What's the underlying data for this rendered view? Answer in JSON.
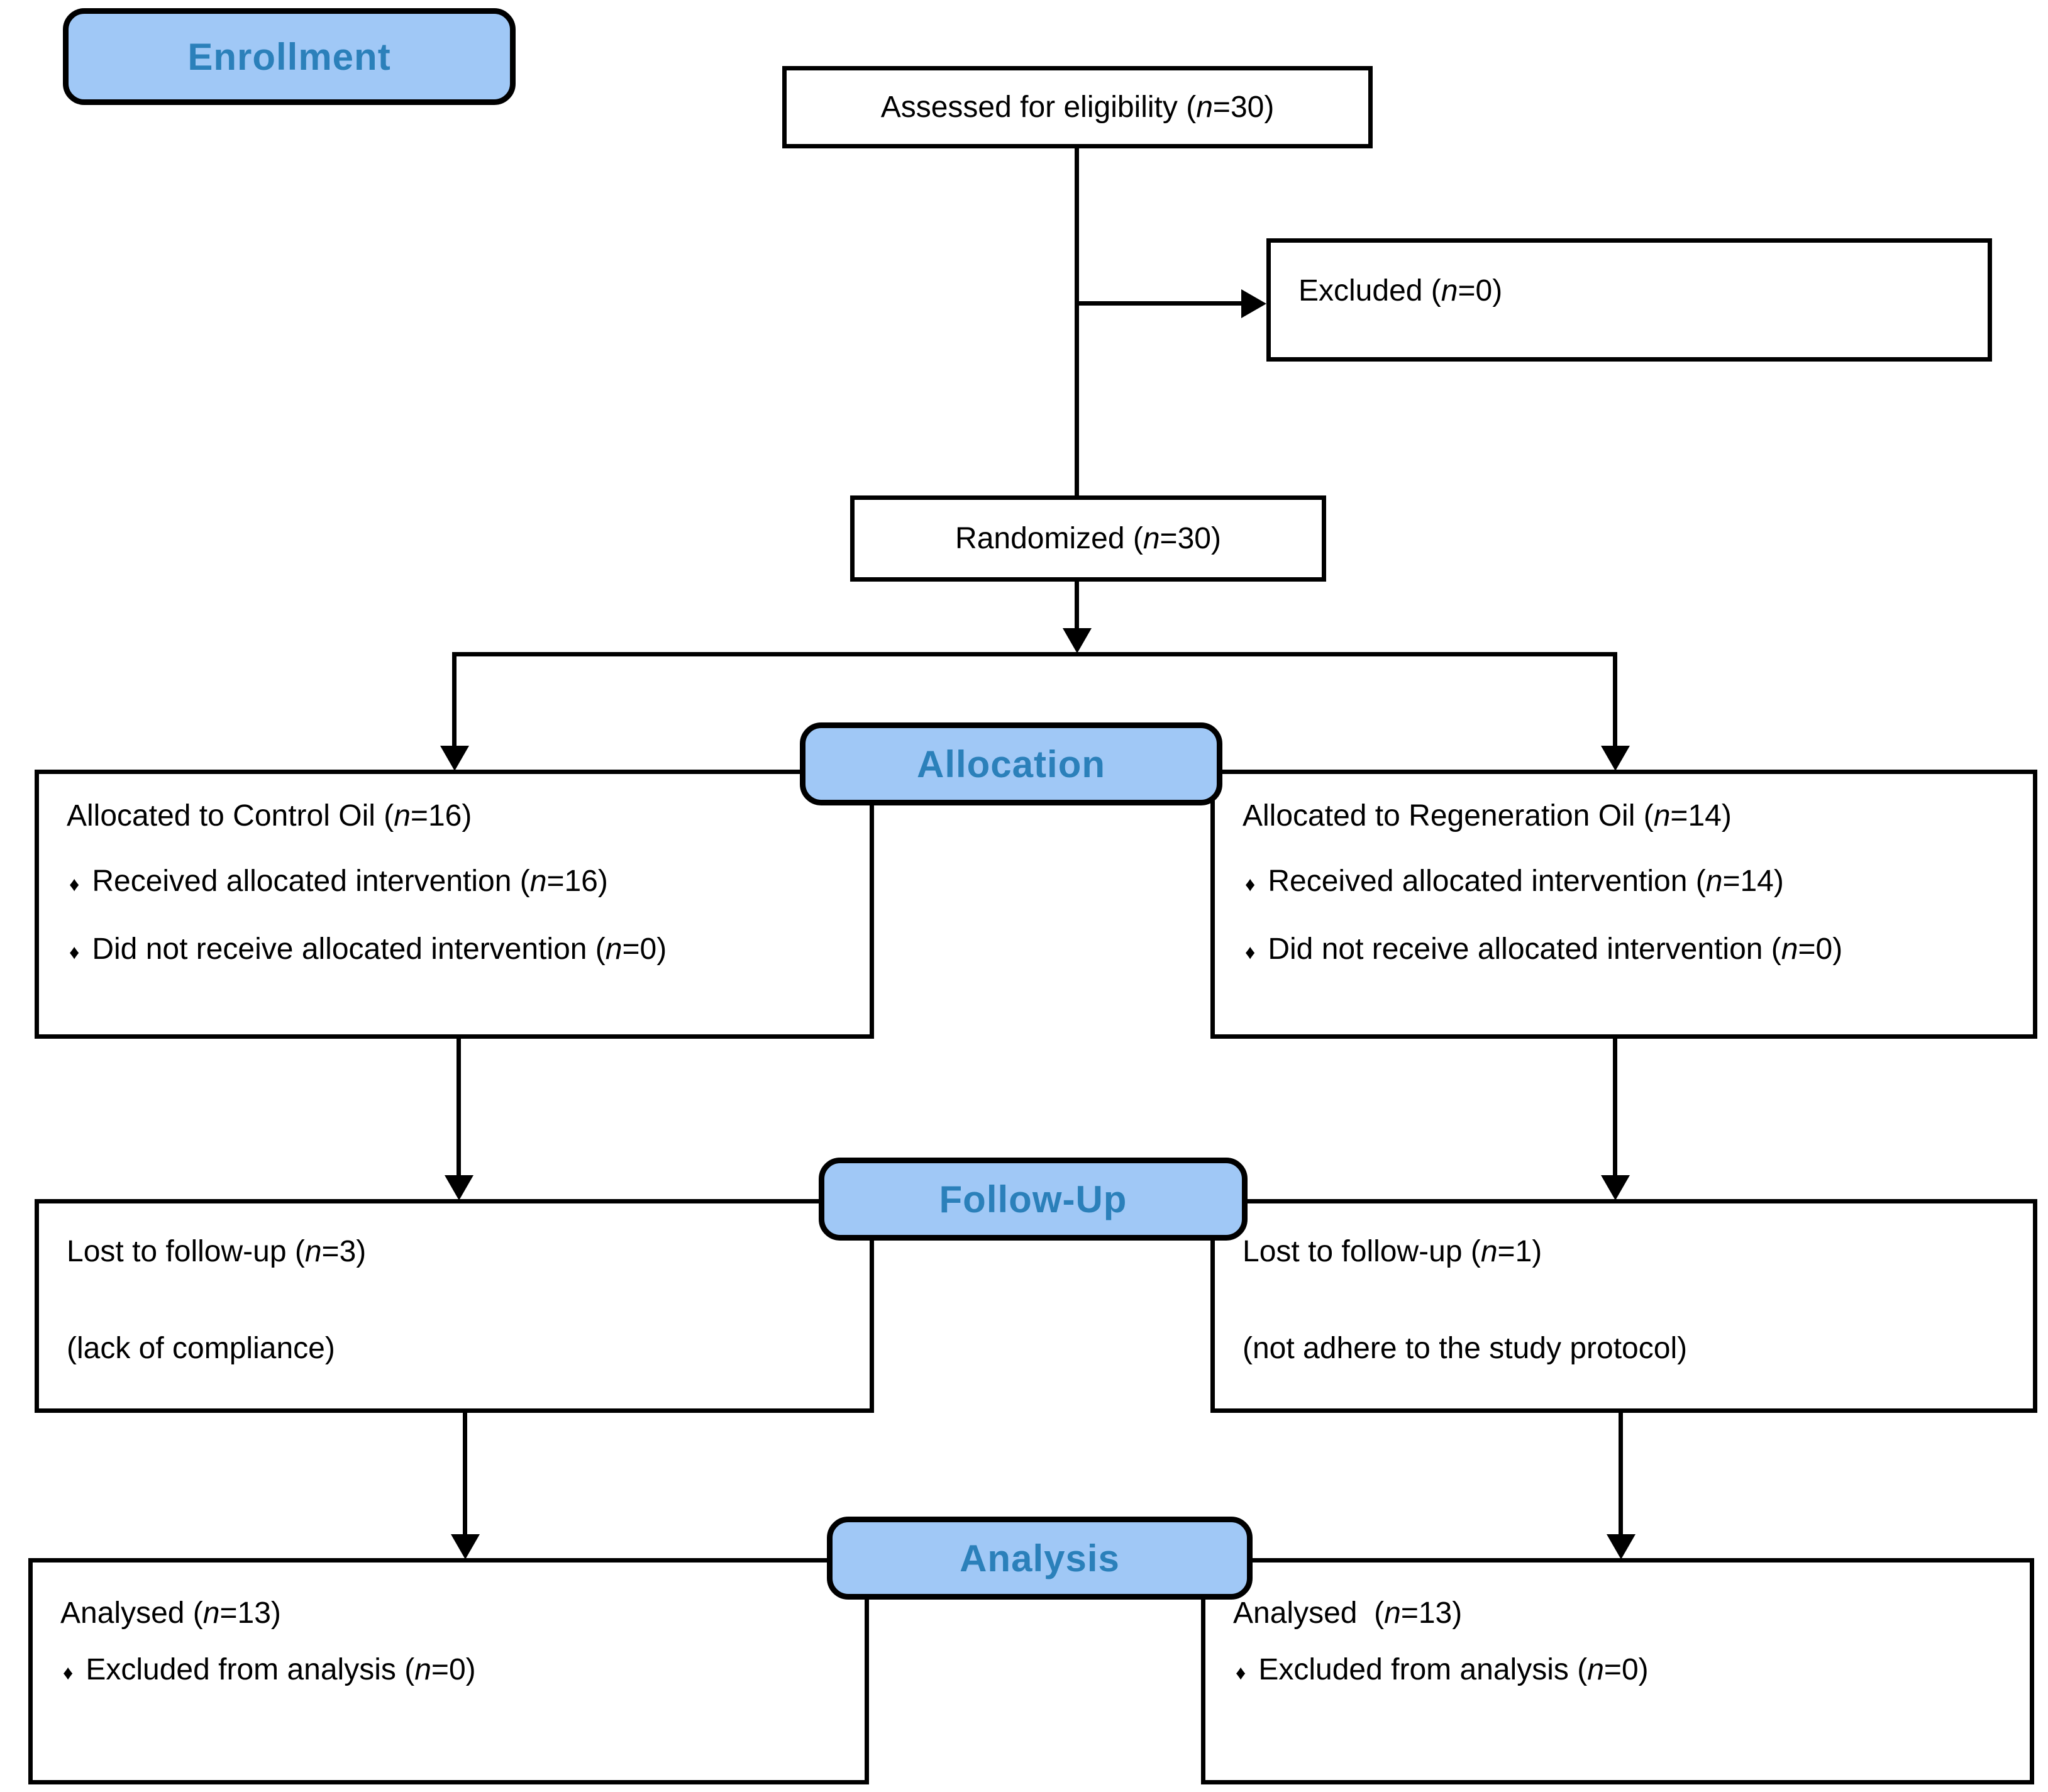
{
  "colors": {
    "label_fill": "#A0C8F6",
    "label_text": "#2B80BA",
    "line_color": "#000000",
    "box_background": "#FFFFFF"
  },
  "bullet_glyph": "♦",
  "stages": {
    "enrollment": {
      "label": "Enrollment"
    },
    "allocation": {
      "label": "Allocation"
    },
    "followup": {
      "label": "Follow-Up"
    },
    "analysis": {
      "label": "Analysis"
    }
  },
  "boxes": {
    "assessed": {
      "text": "Assessed for eligibility (*n*=30)"
    },
    "excluded": {
      "text": "Excluded (*n*=0)"
    },
    "randomized": {
      "text": "Randomized (*n*=30)"
    },
    "allocation_left": {
      "title": "Allocated to Control Oil (*n*=16)",
      "bullets": [
        "Received allocated intervention (*n*=16)",
        "Did not receive allocated intervention (*n*=0)"
      ]
    },
    "allocation_right": {
      "title": "Allocated to Regeneration Oil (*n*=14)",
      "bullets": [
        "Received allocated intervention (*n*=14)",
        "Did not receive allocated intervention (*n*=0)"
      ]
    },
    "followup_left": {
      "line1": "Lost to follow-up (*n*=3)",
      "line2": "(lack of compliance)"
    },
    "followup_right": {
      "line1": "Lost to follow-up (*n*=1)",
      "line2": "(not adhere to the study protocol)"
    },
    "analysis_left": {
      "title": "Analysed (*n*=13)",
      "bullets": [
        "Excluded from analysis (*n*=0)"
      ]
    },
    "analysis_right": {
      "title": "Analysed  (*n*=13)",
      "bullets": [
        "Excluded from analysis (*n*=0)"
      ]
    }
  }
}
